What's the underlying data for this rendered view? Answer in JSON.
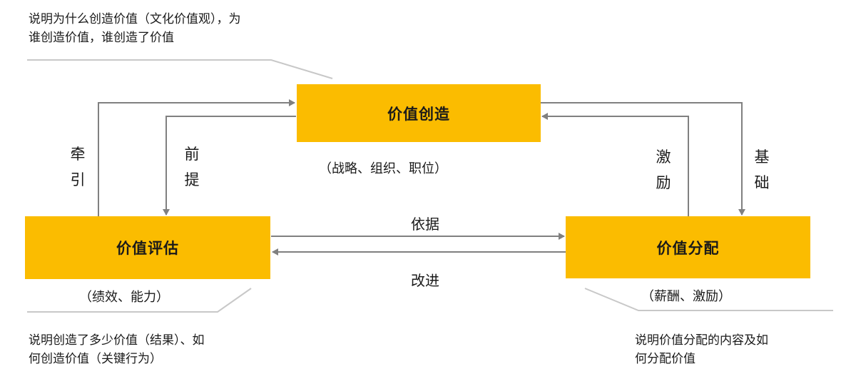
{
  "boxes": {
    "creation": "价值创造",
    "evaluation": "价值评估",
    "distribution": "价值分配"
  },
  "subtitles": {
    "creation": "（战略、组织、职位）",
    "evaluation": "（绩效、能力）",
    "distribution": "（薪酬、激励）"
  },
  "arrow_labels": {
    "pull": [
      "牵",
      "引"
    ],
    "premise": [
      "前",
      "提"
    ],
    "incentive": [
      "激",
      "励"
    ],
    "foundation": [
      "基",
      "础"
    ],
    "basis": "依据",
    "improve": "改进"
  },
  "notes": {
    "top": [
      "说明为什么创造价值（文化价值观），为",
      "谁创造价值，谁创造了价值"
    ],
    "bottom_left": [
      "说明创造了多少价值（结果）、如",
      "何创造价值（关键行为）"
    ],
    "bottom_right": [
      "说明价值分配的内容及如",
      "何分配价值"
    ]
  },
  "colors": {
    "box": "#FBBC00",
    "arrow": "#808080",
    "callout": "#C8C8C8"
  }
}
